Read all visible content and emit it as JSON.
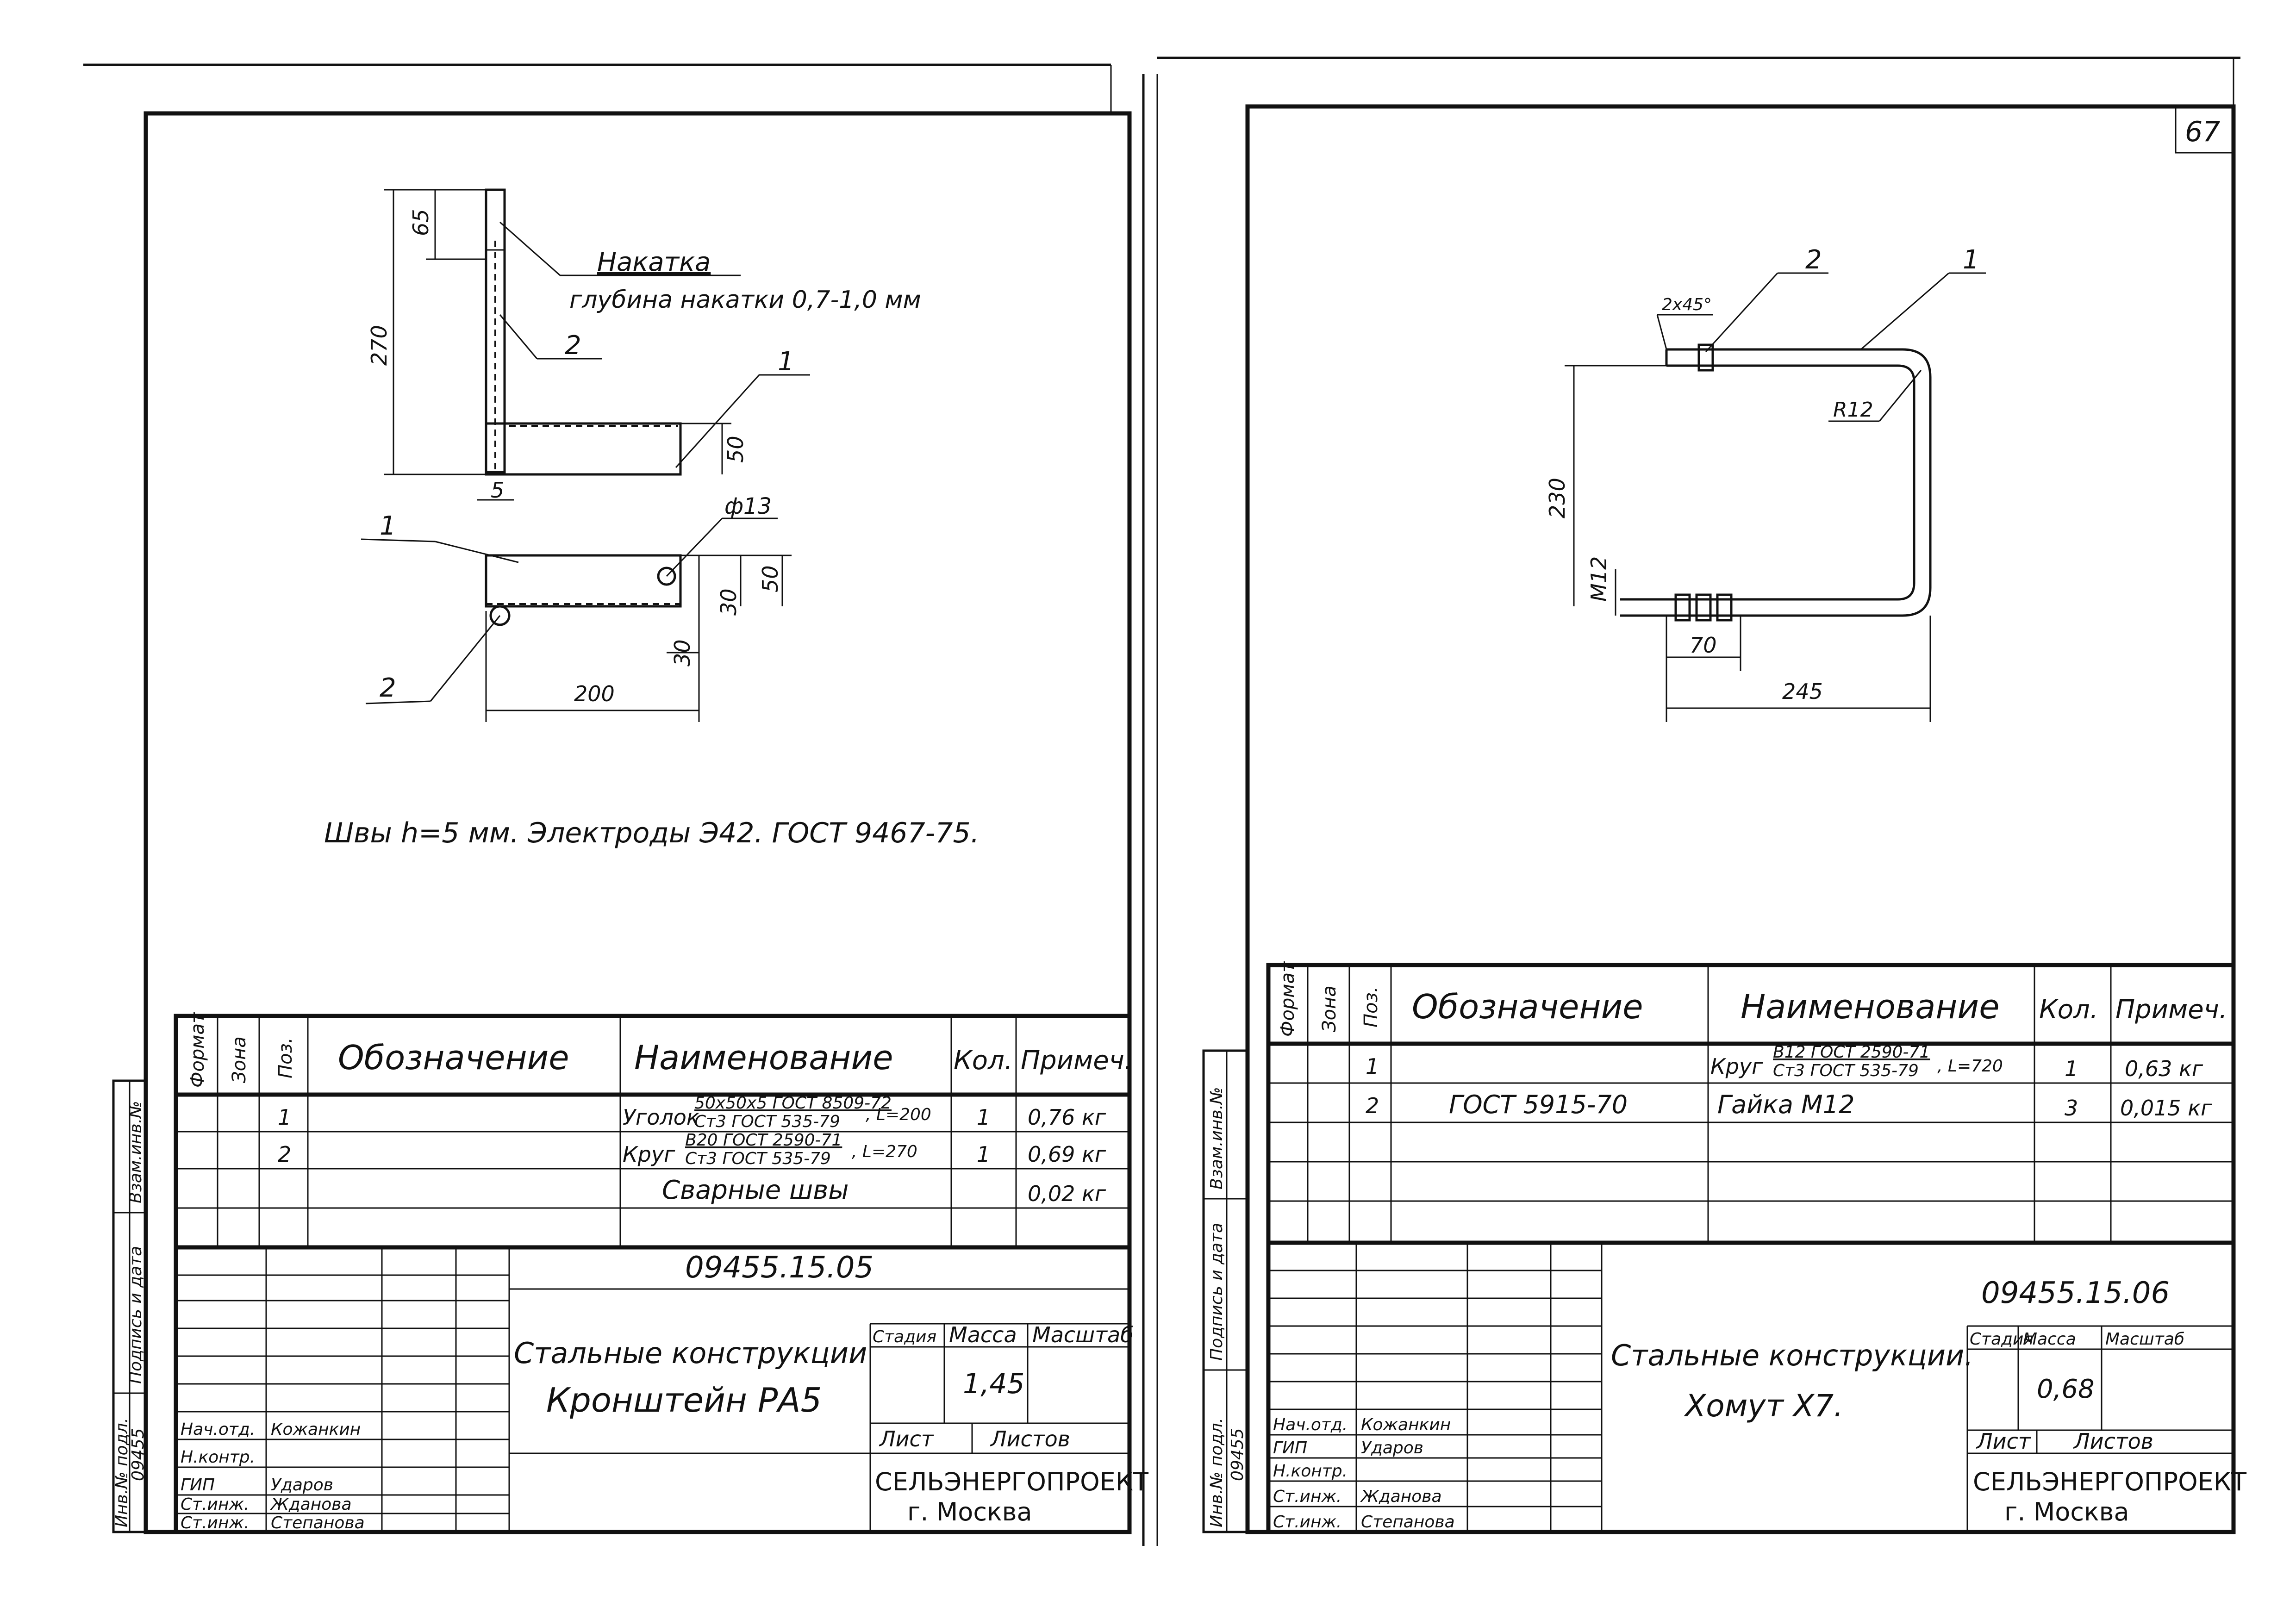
{
  "page_number": "67",
  "left": {
    "callouts": {
      "knurling": "Накатка",
      "knurling_depth": "глубина накатки 0,7-1,0 мм",
      "pos1": "1",
      "pos2": "2",
      "pos1b": "1",
      "pos2b": "2"
    },
    "dims": {
      "d65": "65",
      "d270": "270",
      "d50a": "50",
      "d5": "5",
      "dia13": "ф13",
      "d30a": "30",
      "d50b": "50",
      "d30b": "30",
      "d200": "200"
    },
    "note": "Швы h=5 мм. Электроды Э42. ГОСТ 9467-75.",
    "spec": {
      "headers": {
        "format": "Формат",
        "zone": "Зона",
        "pos": "Поз.",
        "designation": "Обозначение",
        "name": "Наименование",
        "qty": "Кол.",
        "note": "Примеч."
      },
      "rows": [
        {
          "pos": "1",
          "designation": "",
          "name_prefix": "Уголок",
          "name_top": "50х50х5 ГОСТ 8509-72",
          "name_bottom": "Ст3 ГОСТ 535-79",
          "name_suffix": ", L=200",
          "qty": "1",
          "note": "0,76 кг"
        },
        {
          "pos": "2",
          "designation": "",
          "name_prefix": "Круг",
          "name_top": "В20 ГОСТ 2590-71",
          "name_bottom": "Ст3 ГОСТ 535-79",
          "name_suffix": ", L=270",
          "qty": "1",
          "note": "0,69 кг"
        },
        {
          "pos": "",
          "designation": "",
          "name": "Сварные швы",
          "qty": "",
          "note": "0,02 кг"
        }
      ]
    },
    "titleblock": {
      "doc_code": "09455.15.05",
      "title_line1": "Стальные конструкции",
      "title_line2": "Кронштейн РА5",
      "stage_label": "Стадия",
      "mass_label": "Масса",
      "scale_label": "Масштаб",
      "mass": "1,45",
      "sheet_label": "Лист",
      "sheets_label": "Листов",
      "org_line1": "СЕЛЬЭНЕРГОПРОЕКТ",
      "org_line2": "г. Москва",
      "roles": [
        "Нач.отд.",
        "Н.контр.",
        "ГИП",
        "Ст.инж.",
        "Ст.инж."
      ],
      "names": [
        "Кожанкин",
        "",
        "Ударов",
        "Жданова",
        "Степанова"
      ],
      "side_labels": [
        "Взам.инв.№",
        "Подпись и дата",
        "Инв.№ подл.",
        "09455"
      ]
    }
  },
  "right": {
    "callouts": {
      "pos2": "2",
      "pos1": "1",
      "chamfer": "2х45°",
      "radius": "R12"
    },
    "dims": {
      "d230": "230",
      "m12": "М12",
      "d70": "70",
      "d245": "245"
    },
    "spec": {
      "headers": {
        "format": "Формат",
        "zone": "Зона",
        "pos": "Поз.",
        "designation": "Обозначение",
        "name": "Наименование",
        "qty": "Кол.",
        "note": "Примеч."
      },
      "rows": [
        {
          "pos": "1",
          "designation": "",
          "name_prefix": "Круг",
          "name_top": "В12 ГОСТ 2590-71",
          "name_bottom": "Ст3 ГОСТ 535-79",
          "name_suffix": ", L=720",
          "qty": "1",
          "note": "0,63 кг"
        },
        {
          "pos": "2",
          "designation": "ГОСТ 5915-70",
          "name": "Гайка М12",
          "qty": "3",
          "note": "0,015 кг"
        }
      ]
    },
    "titleblock": {
      "doc_code": "09455.15.06",
      "title_line1": "Стальные конструкции.",
      "title_line2": "Хомут Х7.",
      "stage_label": "Стадия",
      "mass_label": "Масса",
      "scale_label": "Масштаб",
      "mass": "0,68",
      "sheet_label": "Лист",
      "sheets_label": "Листов",
      "org_line1": "СЕЛЬЭНЕРГОПРОЕКТ",
      "org_line2": "г. Москва",
      "roles": [
        "Нач.отд.",
        "ГИП",
        "Н.контр.",
        "Ст.инж.",
        "Ст.инж."
      ],
      "names": [
        "Кожанкин",
        "Ударов",
        "",
        "Жданова",
        "Степанова"
      ],
      "side_labels": [
        "Взам.инв.№",
        "Подпись и дата",
        "Инв.№ подл.",
        "09455"
      ]
    }
  }
}
